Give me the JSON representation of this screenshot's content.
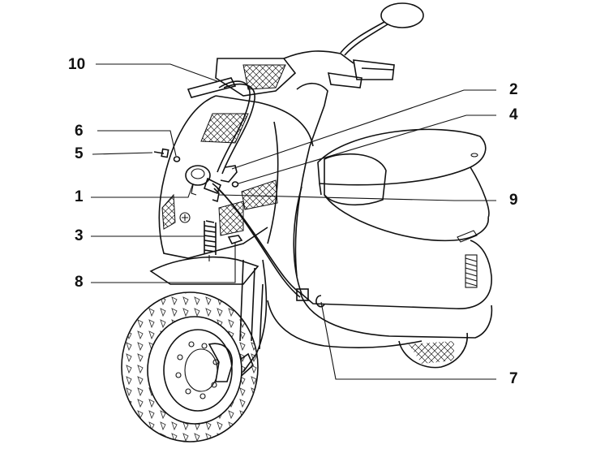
{
  "diagram": {
    "callouts": [
      {
        "id": "10",
        "label": "10"
      },
      {
        "id": "2",
        "label": "2"
      },
      {
        "id": "6",
        "label": "6"
      },
      {
        "id": "4",
        "label": "4"
      },
      {
        "id": "5",
        "label": "5"
      },
      {
        "id": "1",
        "label": "1"
      },
      {
        "id": "9",
        "label": "9"
      },
      {
        "id": "3",
        "label": "3"
      },
      {
        "id": "8",
        "label": "8"
      },
      {
        "id": "7",
        "label": "7"
      }
    ]
  },
  "colors": {
    "line": "#111111",
    "background": "#ffffff"
  }
}
